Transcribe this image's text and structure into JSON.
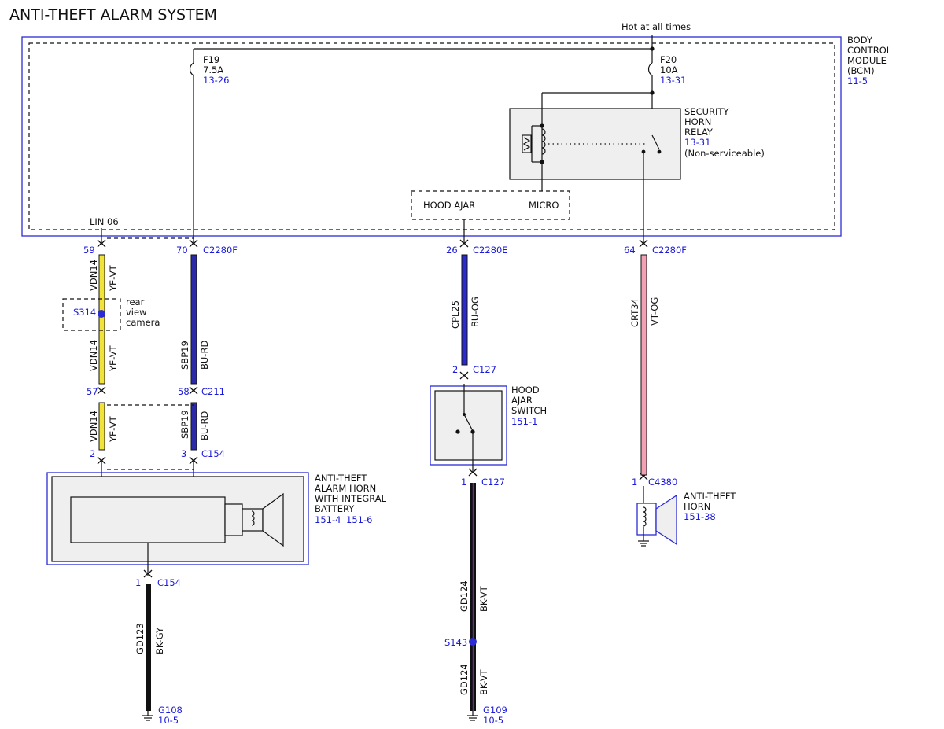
{
  "title": "ANTI-THEFT ALARM SYSTEM",
  "power": {
    "hot_label": "Hot at all times"
  },
  "colors": {
    "ye_vt": "#f2e33a",
    "bu_rd": "#2a2aa8",
    "bu_og": "#2a2ad0",
    "vt_og": "#f2a0b4",
    "bk": "#111111",
    "link_blue": "#1a1adb",
    "component_fill": "#efefef"
  },
  "bcm": {
    "name_lines": [
      "BODY",
      "CONTROL",
      "MODULE",
      "(BCM)"
    ],
    "ref": "11-5",
    "lin_label": "LIN 06"
  },
  "fuses": {
    "f19": {
      "name": "F19",
      "rating": "7.5A",
      "ref": "13-26"
    },
    "f20": {
      "name": "F20",
      "rating": "10A",
      "ref": "13-31"
    }
  },
  "relay": {
    "name_lines": [
      "SECURITY",
      "HORN",
      "RELAY"
    ],
    "ref": "13-31",
    "note": "(Non-serviceable)"
  },
  "micro": {
    "left": "HOOD AJAR",
    "right": "MICRO"
  },
  "connectors": {
    "c59": {
      "pin": "59",
      "name": ""
    },
    "c70": {
      "pin": "70",
      "name": "C2280F"
    },
    "c26": {
      "pin": "26",
      "name": "C2280E"
    },
    "c64": {
      "pin": "64",
      "name": "C2280F"
    },
    "c57": {
      "pin": "57",
      "name": ""
    },
    "c58": {
      "pin": "58",
      "name": "C211"
    },
    "c2a": {
      "pin": "2",
      "name": ""
    },
    "c3": {
      "pin": "3",
      "name": "C154"
    },
    "c2b": {
      "pin": "2",
      "name": "C127"
    },
    "c1a": {
      "pin": "1",
      "name": "C127"
    },
    "c1b": {
      "pin": "1",
      "name": "C4380"
    },
    "c1c": {
      "pin": "1",
      "name": "C154"
    }
  },
  "wires": {
    "w1": {
      "circuit": "VDN14",
      "color": "YE-VT"
    },
    "w2": {
      "circuit": "VDN14",
      "color": "YE-VT"
    },
    "w3": {
      "circuit": "VDN14",
      "color": "YE-VT"
    },
    "w4": {
      "circuit": "SBP19",
      "color": "BU-RD"
    },
    "w5": {
      "circuit": "SBP19",
      "color": "BU-RD"
    },
    "w6": {
      "circuit": "CPL25",
      "color": "BU-OG"
    },
    "w7": {
      "circuit": "CRT34",
      "color": "VT-OG"
    },
    "w8": {
      "circuit": "GD123",
      "color": "BK-GY"
    },
    "w9": {
      "circuit": "GD124",
      "color": "BK-VT"
    },
    "w10": {
      "circuit": "GD124",
      "color": "BK-VT"
    }
  },
  "splices": {
    "s314": {
      "name": "S314",
      "note_lines": [
        "rear",
        "view",
        "camera"
      ]
    },
    "s143": {
      "name": "S143"
    }
  },
  "components": {
    "alarm_horn": {
      "name_lines": [
        "ANTI-THEFT",
        "ALARM HORN",
        "WITH INTEGRAL",
        "BATTERY"
      ],
      "refs": [
        "151-4",
        "151-6"
      ]
    },
    "hood_switch": {
      "name_lines": [
        "HOOD",
        "AJAR",
        "SWITCH"
      ],
      "ref": "151-1"
    },
    "horn": {
      "name_lines": [
        "ANTI-THEFT",
        "HORN"
      ],
      "ref": "151-38"
    }
  },
  "grounds": {
    "g108": {
      "name": "G108",
      "ref": "10-5"
    },
    "g109": {
      "name": "G109",
      "ref": "10-5"
    }
  }
}
